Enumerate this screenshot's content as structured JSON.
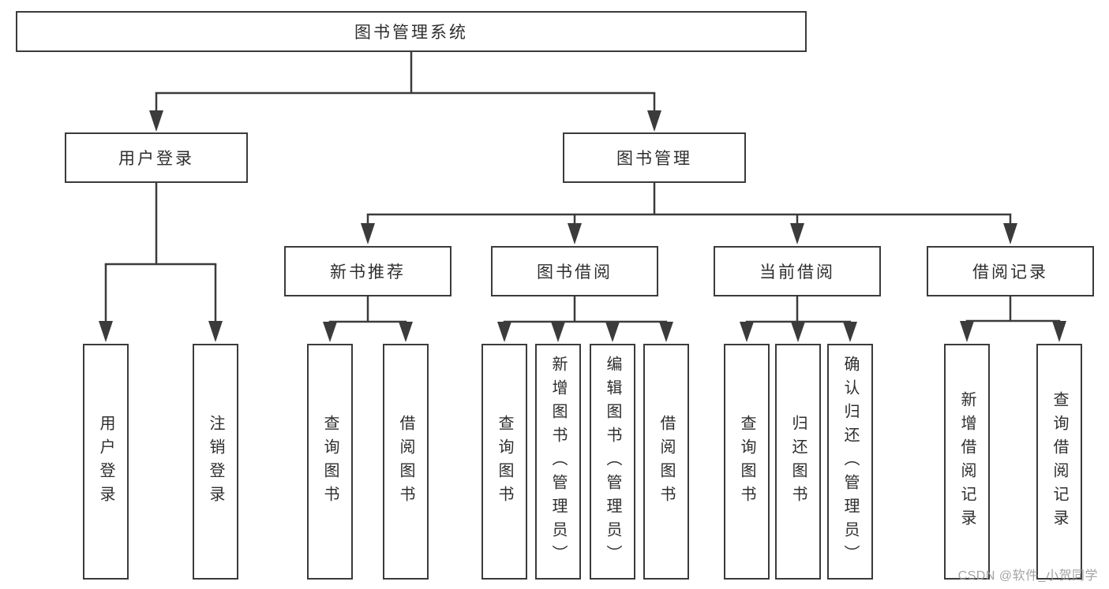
{
  "diagram": {
    "root": {
      "label": "图书管理系统",
      "children": [
        {
          "label": "用户登录",
          "children": [
            {
              "label": "用户登录"
            },
            {
              "label": "注销登录"
            }
          ]
        },
        {
          "label": "图书管理",
          "children": [
            {
              "label": "新书推荐",
              "children": [
                {
                  "label": "查询图书"
                },
                {
                  "label": "借阅图书"
                }
              ]
            },
            {
              "label": "图书借阅",
              "children": [
                {
                  "label": "查询图书"
                },
                {
                  "label": "新增图书（管理员）"
                },
                {
                  "label": "编辑图书（管理员）"
                },
                {
                  "label": "借阅图书"
                }
              ]
            },
            {
              "label": "当前借阅",
              "children": [
                {
                  "label": "查询图书"
                },
                {
                  "label": "归还图书"
                },
                {
                  "label": "确认归还（管理员）"
                }
              ]
            },
            {
              "label": "借阅记录",
              "children": [
                {
                  "label": "新增借阅记录"
                },
                {
                  "label": "查询借阅记录"
                }
              ]
            }
          ]
        }
      ]
    }
  },
  "watermark": {
    "text": "CSDN @软件_小贺同学"
  },
  "colors": {
    "line": "#3b3b3b",
    "text": "#2e2e2e",
    "background": "#ffffff",
    "watermark": "#9c9c9c"
  }
}
